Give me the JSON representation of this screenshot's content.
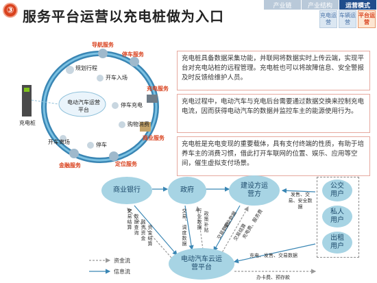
{
  "header": {
    "badge": "③",
    "title": "服务平台运营以充电桩做为入口",
    "tabs": [
      {
        "label": "产业链",
        "active": false
      },
      {
        "label": "产业结构",
        "active": false
      },
      {
        "label": "运营模式",
        "active": true
      }
    ],
    "subtabs": [
      {
        "label": "充电运营",
        "active": false
      },
      {
        "label": "车辆运营",
        "active": false
      },
      {
        "label": "平台运营",
        "active": true
      }
    ]
  },
  "left_diagram": {
    "charger_label": "充电桩",
    "center_label": "电动汽车运营平台",
    "services": {
      "navigation": "导航服务",
      "parking": "停车服务",
      "charging": "充电服务",
      "commerce": "商业服务",
      "location": "定位服务",
      "finance": "金融服务"
    },
    "nodes": {
      "route_planning": "规划行程",
      "drive_in": "开车入场",
      "park": "停车充电",
      "shopping": "购物消费",
      "drive_out": "开车离场",
      "parking2": "停车"
    }
  },
  "descriptions": [
    "充电桩具备数据采集功能，并联网将数据实时上传云端，实现平台对充电站桩的远程管理。充电桩也可以将故障信息、安全警报及时反馈给维护人员。",
    "充电过程中，电动汽车与充电后台需要通过数据交换来控制充电电流，因而获得电动汽车的数据并监控车主的能源使用行为。",
    "充电桩是充电变现的重要载体，具有支付终端的性质，有助于培养车主的消费习惯，借此打开车联网的位置、娱乐、应用等空间，催生虚拟支付场景。"
  ],
  "bottom_diagram": {
    "nodes": {
      "bank": "商业银行",
      "gov": "政府",
      "operator": "建设方运营方",
      "platform": "电动汽车云运营平台"
    },
    "users": [
      "公交用户",
      "私人用户",
      "出租用户"
    ],
    "edges": {
      "bank_1": "交易结算",
      "bank_2": "数据查询",
      "bank_3": "融资资金",
      "bank_4": "资金结算",
      "gov_1": "交易、调度数据",
      "gov_2": "行业数据",
      "gov_3": "政策补贴",
      "op_1": "交易数据",
      "op_2": "安全数据",
      "op_3": "交易结算",
      "op_4": "充电费、服务费",
      "users_op": "发售、交易、安全数据",
      "users_platform_1": "充电、发售、交易数据",
      "users_platform_2": "办卡费、预存款"
    },
    "legend": {
      "money": "资金流",
      "info": "信息流"
    }
  },
  "colors": {
    "accent_red": "#d9421e",
    "nav_blue": "#1f4d8c",
    "node_blue": "#a7d4e4",
    "arrow_blue": "#3a86b4"
  }
}
